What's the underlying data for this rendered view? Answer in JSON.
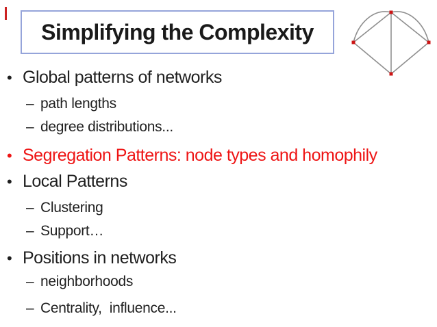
{
  "slide": {
    "title": "Simplifying the Complexity",
    "markers": {
      "level1": "•",
      "level2": "–"
    },
    "bullets": [
      {
        "level": 1,
        "text": "Global patterns of networks",
        "emphasis": "normal"
      },
      {
        "level": 2,
        "text": "path lengths",
        "emphasis": "normal"
      },
      {
        "level": 2,
        "text": "degree distributions...",
        "emphasis": "normal"
      },
      {
        "level": 1,
        "text": "Segregation Patterns: node types and homophily",
        "emphasis": "red"
      },
      {
        "level": 1,
        "text": "Local Patterns",
        "emphasis": "normal"
      },
      {
        "level": 2,
        "text": "Clustering",
        "emphasis": "normal"
      },
      {
        "level": 2,
        "text": "Support…",
        "emphasis": "normal"
      },
      {
        "level": 1,
        "text": "Positions in networks",
        "emphasis": "normal"
      },
      {
        "level": 2,
        "text": "neighborhoods",
        "emphasis": "normal"
      },
      {
        "level": 2,
        "text": "Centrality,  influence...",
        "emphasis": "normal"
      }
    ]
  },
  "diagram": {
    "description": "kite-shaped network graph",
    "node_count": 4,
    "edge_count": 7,
    "has_curved_parallel_edges": true
  },
  "colors": {
    "background": "#ffffff",
    "title_text": "#1a1a1a",
    "body_text": "#1f1f1f",
    "red": "#ee1414",
    "box_border": "#95a4da",
    "node_red": "#cc1414",
    "edge_gray": "#8f8f8f",
    "corner_mark_red": "#cc2222"
  }
}
